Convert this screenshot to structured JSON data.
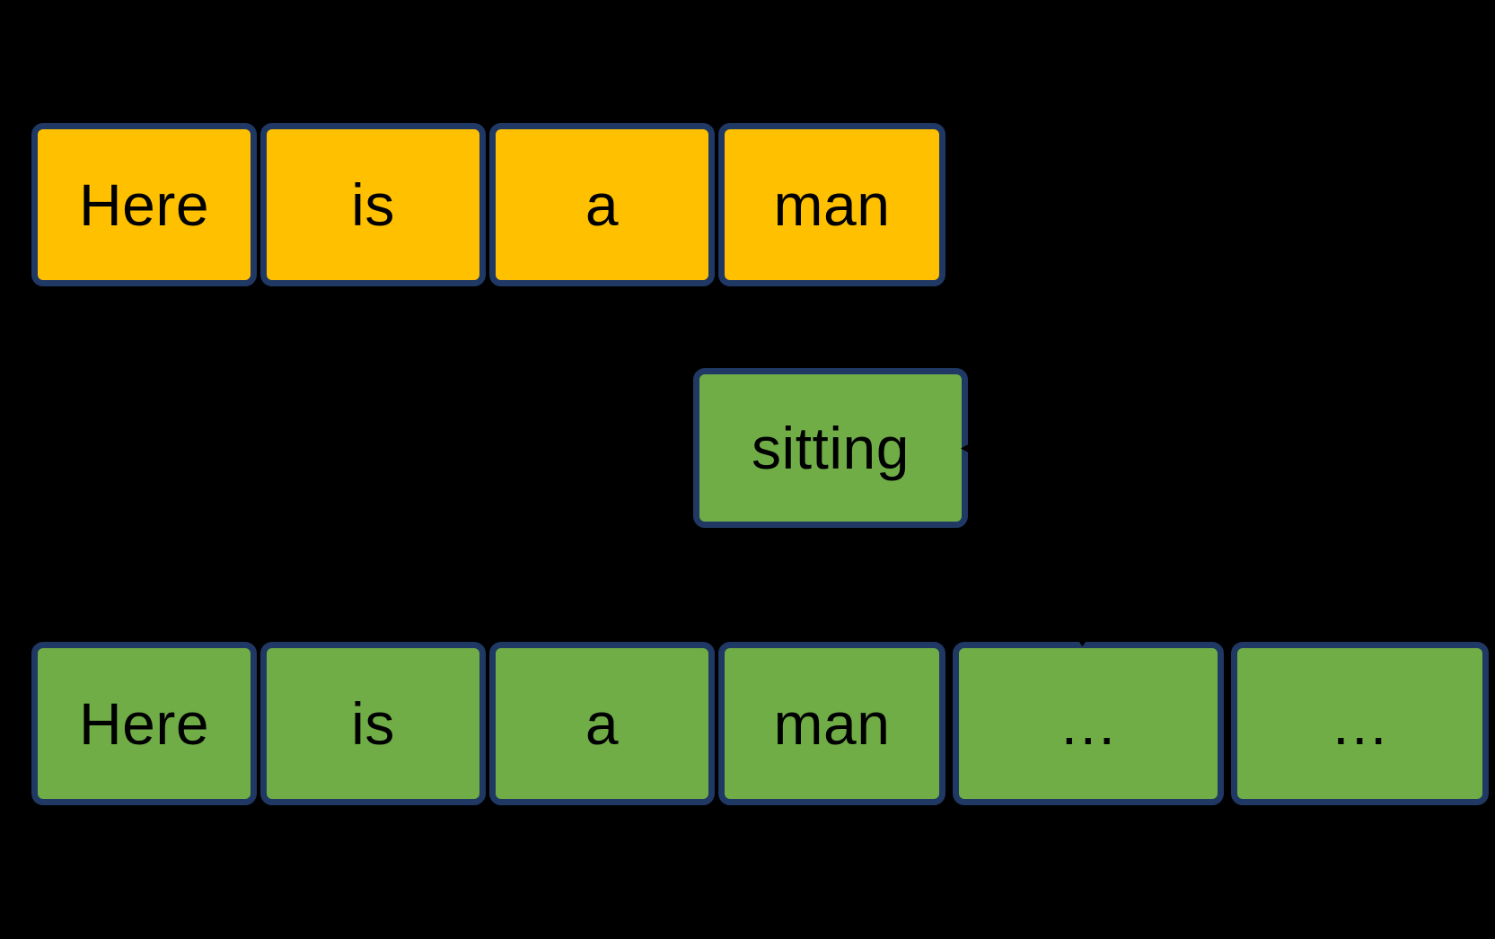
{
  "colors": {
    "background": "#000000",
    "context_token_fill": "#FFC000",
    "generated_token_fill": "#70AD47",
    "token_border": "#1F3864",
    "token_text": "#000000"
  },
  "top_row": {
    "tokens": [
      "Here",
      "is",
      "a",
      "man"
    ]
  },
  "predicted_token": {
    "label": "sitting"
  },
  "bottom_row": {
    "tokens": [
      "Here",
      "is",
      "a",
      "man",
      "…",
      "…"
    ]
  }
}
